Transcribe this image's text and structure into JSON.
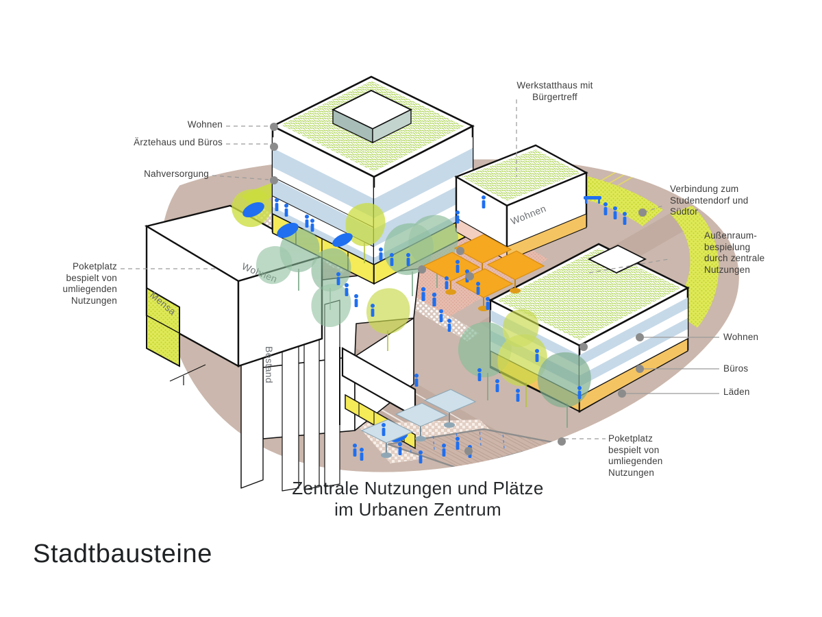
{
  "slide": {
    "deck_title": "Stadtbausteine",
    "figure_title": "Zentrale Nutzungen und Plätze\nim Urbanen Zentrum",
    "background_color": "#ffffff"
  },
  "palette": {
    "ground": "#cbb7ad",
    "plaza_terracotta": "#e9c2b4",
    "green_roof": "#cfe39a",
    "vegetation": "#cbdd3f",
    "floor_blue": "#c6d9e8",
    "ground_floor_yellow": "#f5ea58",
    "ground_floor_orange": "#f5c462",
    "umbrella_orange": "#f5a820",
    "umbrella_blue": "#cfe0ea",
    "people_blue": "#1f6ff0",
    "tree_green": "#8fbf9a",
    "tree_lime": "#c8d94a",
    "outline": "#111111",
    "leader": "#9a9a9a",
    "dot": "#8c8c8c",
    "text": "#3c3c3c"
  },
  "callouts": {
    "left": [
      {
        "id": "wohnen-top",
        "text": "Wohnen"
      },
      {
        "id": "aerztehaus-buero",
        "text": "Ärztehaus und Büros"
      },
      {
        "id": "nahversorgung",
        "text": "Nahversorgung"
      },
      {
        "id": "poketplatz-left",
        "text": "Poketplatz\nbespielt von\numliegenden\nNutzungen"
      }
    ],
    "top": [
      {
        "id": "werkstatthaus",
        "text": "Werkstatthaus mit\nBürgertreff"
      }
    ],
    "right": [
      {
        "id": "verbindung",
        "text": "Verbindung zum\nStudentendorf und\nSüdtor"
      },
      {
        "id": "aussenraum",
        "text": "Außenraum-\nbespielung\ndurch zentrale\nNutzungen"
      },
      {
        "id": "wohnen-right",
        "text": "Wohnen"
      },
      {
        "id": "bueros-right",
        "text": "Büros"
      },
      {
        "id": "laeden-right",
        "text": "Läden"
      }
    ],
    "bottom_right": [
      {
        "id": "poketplatz-right",
        "text": "Poketplatz\nbespielt von\numliegenden\nNutzungen"
      }
    ]
  },
  "building_captions": [
    {
      "id": "cap-wohnen-west",
      "text": "Wohnen"
    },
    {
      "id": "cap-mensa",
      "text": "Mensa"
    },
    {
      "id": "cap-bestand",
      "text": "Bestand"
    },
    {
      "id": "cap-wohnen-north",
      "text": "Wohnen"
    }
  ]
}
